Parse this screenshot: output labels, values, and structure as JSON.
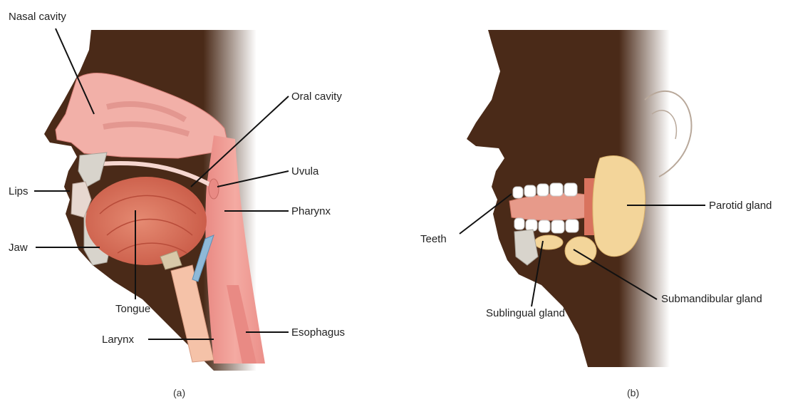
{
  "panel_a": {
    "caption": "(a)",
    "labels": {
      "nasal_cavity": "Nasal cavity",
      "oral_cavity": "Oral cavity",
      "uvula": "Uvula",
      "lips": "Lips",
      "pharynx": "Pharynx",
      "jaw": "Jaw",
      "tongue": "Tongue",
      "larynx": "Larynx",
      "esophagus": "Esophagus"
    }
  },
  "panel_b": {
    "caption": "(b)",
    "labels": {
      "parotid_gland": "Parotid gland",
      "teeth": "Teeth",
      "submandibular_gland": "Submandibular gland",
      "sublingual_gland": "Sublingual gland"
    }
  },
  "colors": {
    "skin": "#4a2a18",
    "flesh_pink": "#f2b0a8",
    "tongue": "#d9735e",
    "gland": "#f3d59a",
    "bone": "#d8d4cc",
    "tooth": "#ffffff"
  }
}
